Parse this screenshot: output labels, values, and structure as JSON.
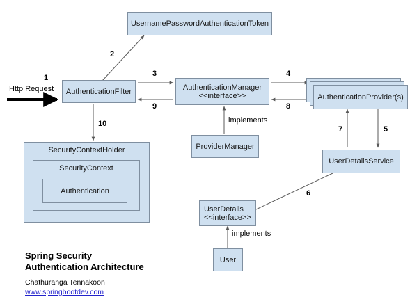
{
  "diagram": {
    "title_line1": "Spring Security",
    "title_line2": "Authentication Architecture",
    "author": "Chathuranga Tennakoon",
    "website": "www.springbootdev.com",
    "colors": {
      "box_fill": "#cfe0f0",
      "box_border": "#7f8fa0",
      "edge": "#595959",
      "link": "#2222cc",
      "text": "#1a1a1a"
    },
    "nodes": {
      "token": "UsernamePasswordAuthenticationToken",
      "auth_filter": "AuthenticationFilter",
      "auth_manager_line1": "AuthenticationManager",
      "auth_manager_line2": "<<interface>>",
      "auth_provider": "AuthenticationProvider(s)",
      "provider_manager": "ProviderManager",
      "user_details_service": "UserDetailsService",
      "user_details_line1": "UserDetails",
      "user_details_line2": "<<interface>>",
      "user": "User",
      "security_context_holder": "SecurityContextHolder",
      "security_context": "SecurityContext",
      "authentication": "Authentication"
    },
    "edge_labels": {
      "http_request": "Http Request",
      "n1": "1",
      "n2": "2",
      "n3": "3",
      "n4": "4",
      "n5": "5",
      "n6": "6",
      "n7": "7",
      "n8": "8",
      "n9": "9",
      "n10": "10",
      "implements_manager": "implements",
      "implements_user": "implements"
    }
  }
}
